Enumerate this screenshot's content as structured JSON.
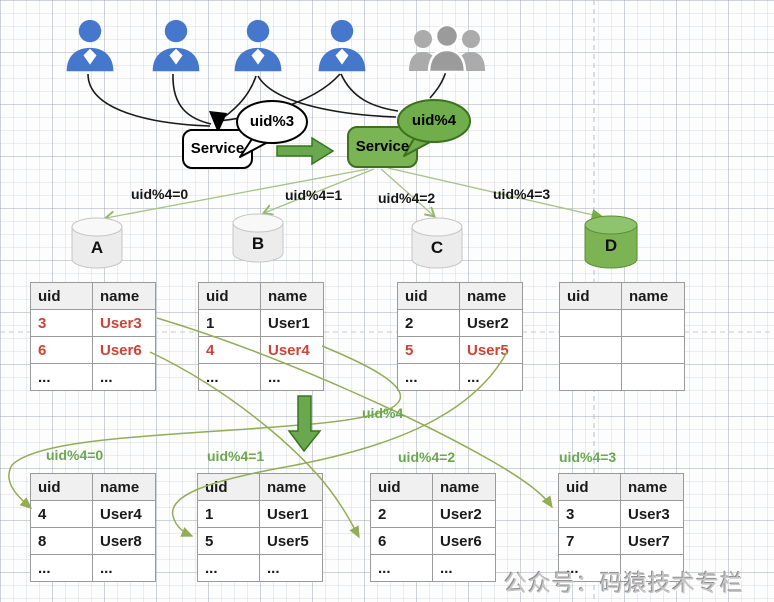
{
  "colors": {
    "accent_green": "#6aa84f",
    "light_green_line": "#9dc183",
    "olive_line": "#93ad56",
    "user_blue": "#4577cc",
    "group_gray": "#9b9b9b",
    "moved_red": "#cc4437",
    "db_green_fill": "#7cb454"
  },
  "flow": {
    "old_service": {
      "label": "Service",
      "hash_tag": "uid%3"
    },
    "new_service": {
      "label": "Service",
      "hash_tag": "uid%4"
    },
    "migration_hash": "uid%4"
  },
  "shards": [
    {
      "db": "A",
      "route": "uid%4=0"
    },
    {
      "db": "B",
      "route": "uid%4=1"
    },
    {
      "db": "C",
      "route": "uid%4=2"
    },
    {
      "db": "D",
      "route": "uid%4=3"
    }
  ],
  "table_headers": [
    "uid",
    "name"
  ],
  "old_tables": [
    {
      "db": "A",
      "rows": [
        {
          "uid": "3",
          "name": "User3",
          "moved": true
        },
        {
          "uid": "6",
          "name": "User6",
          "moved": true
        },
        {
          "uid": "...",
          "name": "...",
          "moved": false
        }
      ]
    },
    {
      "db": "B",
      "rows": [
        {
          "uid": "1",
          "name": "User1",
          "moved": false
        },
        {
          "uid": "4",
          "name": "User4",
          "moved": true
        },
        {
          "uid": "...",
          "name": "...",
          "moved": false
        }
      ]
    },
    {
      "db": "C",
      "rows": [
        {
          "uid": "2",
          "name": "User2",
          "moved": false
        },
        {
          "uid": "5",
          "name": "User5",
          "moved": true
        },
        {
          "uid": "...",
          "name": "...",
          "moved": false
        }
      ]
    },
    {
      "db": "D",
      "rows": [
        {
          "uid": "",
          "name": "",
          "moved": false
        },
        {
          "uid": "",
          "name": "",
          "moved": false
        },
        {
          "uid": "",
          "name": "",
          "moved": false
        }
      ]
    }
  ],
  "new_tables": [
    {
      "route": "uid%4=0",
      "rows": [
        {
          "uid": "4",
          "name": "User4"
        },
        {
          "uid": "8",
          "name": "User8"
        },
        {
          "uid": "...",
          "name": "..."
        }
      ]
    },
    {
      "route": "uid%4=1",
      "rows": [
        {
          "uid": "1",
          "name": "User1"
        },
        {
          "uid": "5",
          "name": "User5"
        },
        {
          "uid": "...",
          "name": "..."
        }
      ]
    },
    {
      "route": "uid%4=2",
      "rows": [
        {
          "uid": "2",
          "name": "User2"
        },
        {
          "uid": "6",
          "name": "User6"
        },
        {
          "uid": "...",
          "name": "..."
        }
      ]
    },
    {
      "route": "uid%4=3",
      "rows": [
        {
          "uid": "3",
          "name": "User3"
        },
        {
          "uid": "7",
          "name": "User7"
        },
        {
          "uid": "...",
          "name": ""
        }
      ]
    }
  ],
  "watermark": "公众号：码猿技术专栏"
}
